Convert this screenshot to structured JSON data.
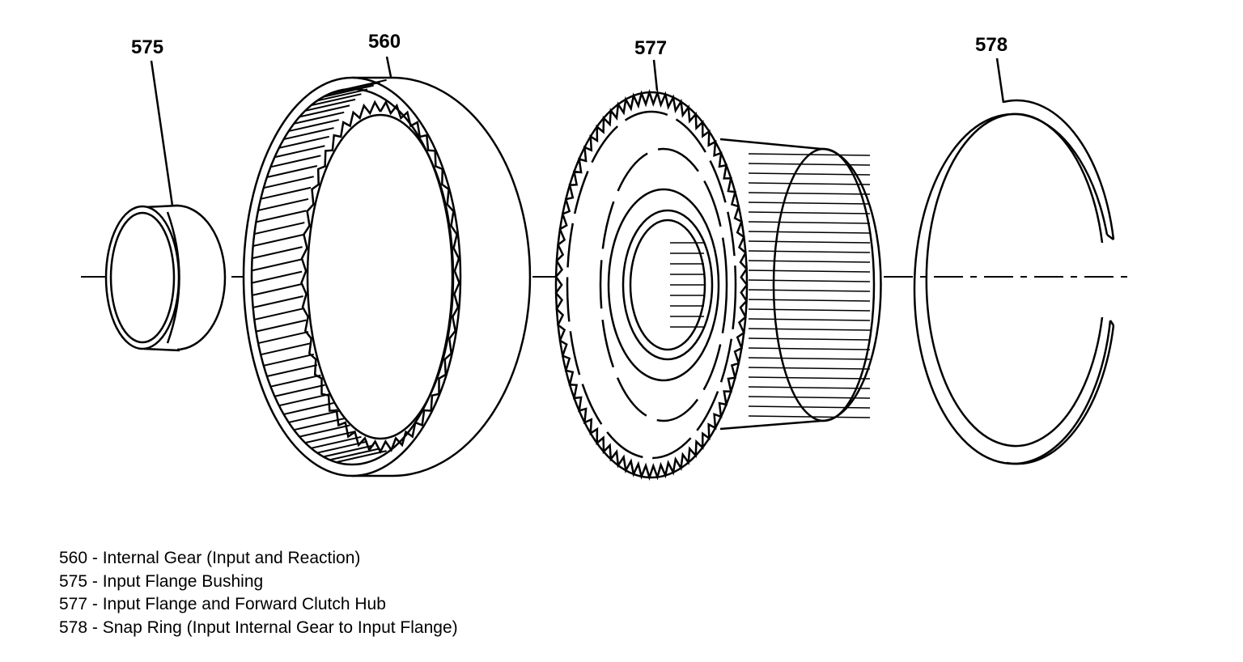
{
  "diagram": {
    "callouts": [
      {
        "id": "575",
        "label": "575"
      },
      {
        "id": "560",
        "label": "560"
      },
      {
        "id": "577",
        "label": "577"
      },
      {
        "id": "578",
        "label": "578"
      }
    ],
    "parts": {
      "bushing": "input-flange-bushing",
      "internal_gear": "internal-gear",
      "hub": "input-flange-forward-clutch-hub",
      "snap_ring": "snap-ring"
    },
    "legend": [
      "560 - Internal Gear (Input and Reaction)",
      "575 - Input Flange Bushing",
      "577 - Input Flange and Forward Clutch Hub",
      "578 - Snap Ring (Input Internal Gear to Input Flange)"
    ]
  }
}
